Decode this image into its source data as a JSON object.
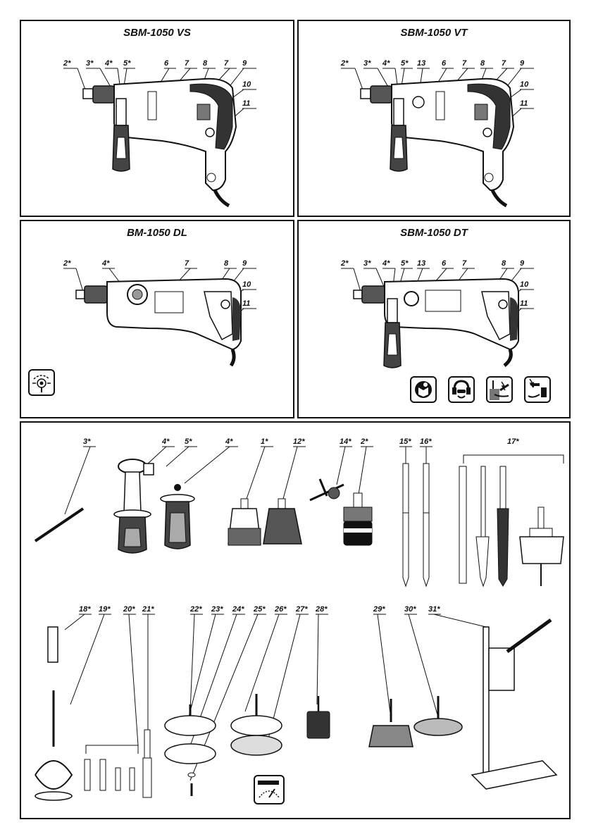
{
  "panels": {
    "vs": {
      "title": "SBM-1050 VS",
      "labels": [
        "2*",
        "3*",
        "4*",
        "5*",
        "6",
        "7",
        "8",
        "7",
        "9",
        "10",
        "11"
      ]
    },
    "vt": {
      "title": "SBM-1050 VT",
      "labels": [
        "2*",
        "3*",
        "4*",
        "5*",
        "13",
        "6",
        "7",
        "8",
        "7",
        "9",
        "10",
        "11"
      ]
    },
    "dl": {
      "title": "BM-1050 DL",
      "labels": [
        "2*",
        "4*",
        "7",
        "8",
        "9",
        "10",
        "11"
      ]
    },
    "dt": {
      "title": "SBM-1050 DT",
      "labels": [
        "2*",
        "3*",
        "4*",
        "5*",
        "13",
        "6",
        "7",
        "8",
        "9",
        "10",
        "11"
      ]
    }
  },
  "accessories": {
    "row1": [
      "3*",
      "4*",
      "5*",
      "4*",
      "1*",
      "12*",
      "14*",
      "2*",
      "15*",
      "16*",
      "17*"
    ],
    "row2": [
      "18*",
      "19*",
      "20*",
      "21*",
      "22*",
      "23*",
      "24*",
      "25*",
      "26*",
      "27*",
      "28*",
      "29*",
      "30*",
      "31*"
    ]
  },
  "icons": {
    "dl": [
      "rotation-mode-icon"
    ],
    "dt": [
      "read-manual-icon",
      "ear-eye-protection-icon",
      "hidden-wiring-warning-icon",
      "unplug-before-service-icon"
    ],
    "accessories": [
      "speed-dial-icon"
    ]
  }
}
